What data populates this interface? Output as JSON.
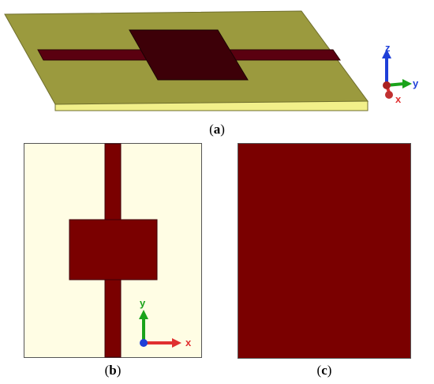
{
  "figure": {
    "captions": {
      "a": "a",
      "b": "b",
      "c": "c"
    },
    "axes_3d": {
      "x": "x",
      "y": "y",
      "z": "z"
    },
    "axes_2d": {
      "x": "x",
      "y": "y"
    }
  },
  "colors": {
    "substrate_top": "#9b9a3e",
    "substrate_side": "#f2f08a",
    "substrate_edge": "#6e6d2c",
    "copper": "#7a0000",
    "copper_dark": "#3d0008",
    "substrate_2d": "#fffde4",
    "axis_x": "#e03030",
    "axis_y": "#1aa31a",
    "axis_z": "#1e3fd8"
  },
  "icons": [
    "axis-triad-3d-icon",
    "axis-triad-2d-icon"
  ]
}
